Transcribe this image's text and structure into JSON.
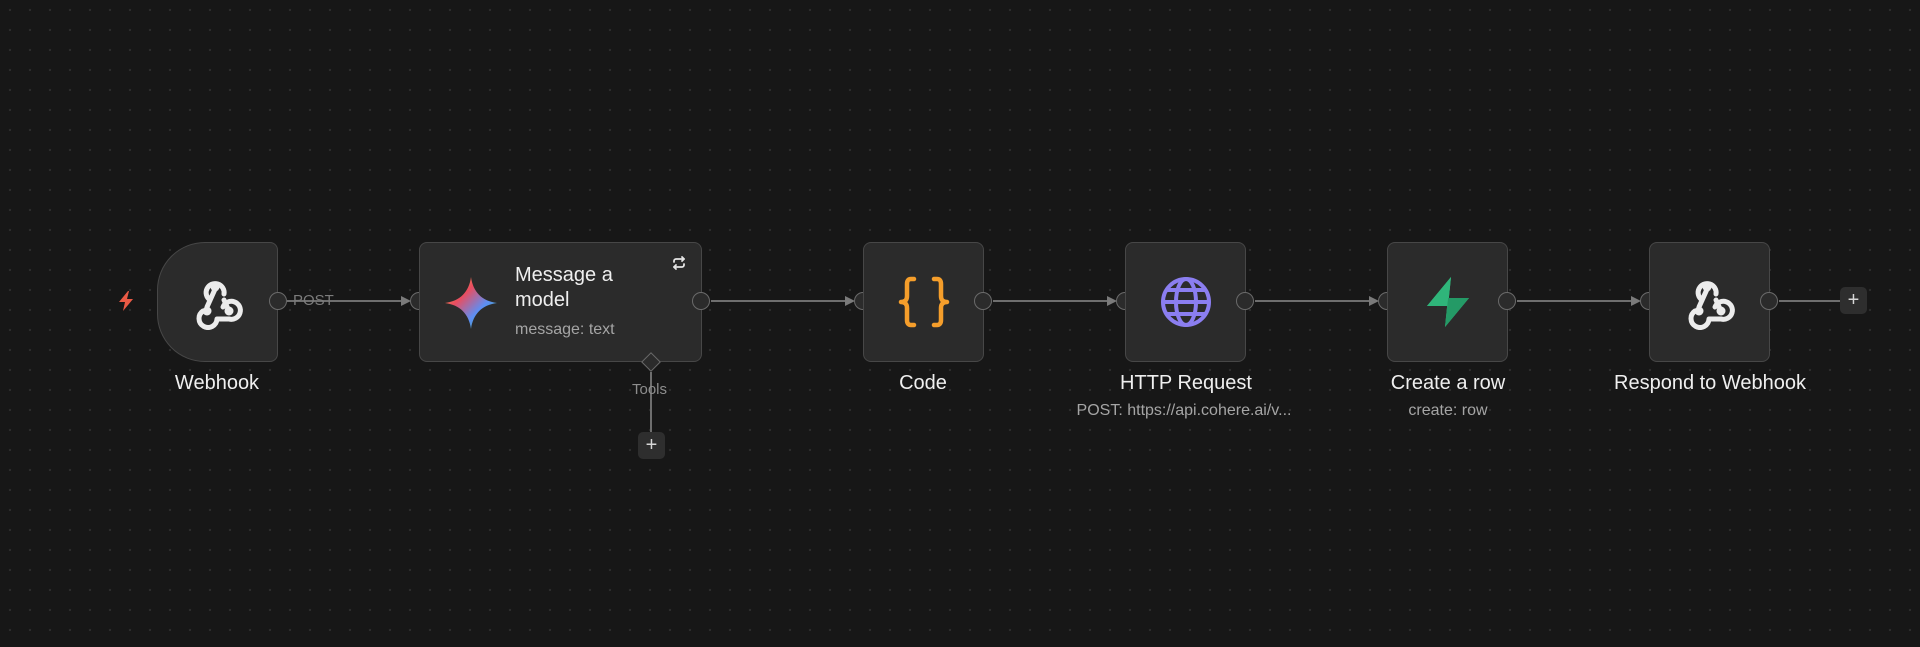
{
  "workflow": {
    "trigger_icon": "lightning-bolt-icon",
    "nodes": [
      {
        "id": "webhook",
        "label": "Webhook",
        "subtitle": "",
        "icon": "webhook-icon"
      },
      {
        "id": "message-model",
        "label": "Message a model",
        "subtitle": "message: text",
        "icon": "gemini-sparkle-icon",
        "badge_icon": "refresh-icon"
      },
      {
        "id": "code",
        "label": "Code",
        "subtitle": "",
        "icon": "curly-braces-icon",
        "color": "#f59e2b"
      },
      {
        "id": "http-request",
        "label": "HTTP Request",
        "subtitle": "POST: https://api.cohere.ai/v...",
        "icon": "globe-icon",
        "color": "#8b7ef0"
      },
      {
        "id": "create-row",
        "label": "Create a row",
        "subtitle": "create: row",
        "icon": "supabase-bolt-icon",
        "color": "#3ecf8e"
      },
      {
        "id": "respond-webhook",
        "label": "Respond to Webhook",
        "subtitle": "",
        "icon": "webhook-icon"
      }
    ],
    "edges": {
      "webhook_to_model_label": "POST"
    },
    "tools_label": "Tools",
    "add_symbol": "+",
    "colors": {
      "background": "#171717",
      "node_fill": "#2b2b2b",
      "node_border": "#474747",
      "trigger_accent": "#ea5a45"
    }
  }
}
